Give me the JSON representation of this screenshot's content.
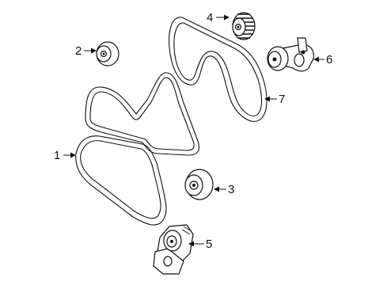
{
  "diagram": {
    "callouts": [
      {
        "id": "belt-lower",
        "label": "1"
      },
      {
        "id": "idler-small",
        "label": "2"
      },
      {
        "id": "idler-lower",
        "label": "3"
      },
      {
        "id": "pulley-grooved",
        "label": "4"
      },
      {
        "id": "tensioner-lower",
        "label": "5"
      },
      {
        "id": "tensioner-upper",
        "label": "6"
      },
      {
        "id": "belt-upper",
        "label": "7"
      }
    ]
  }
}
